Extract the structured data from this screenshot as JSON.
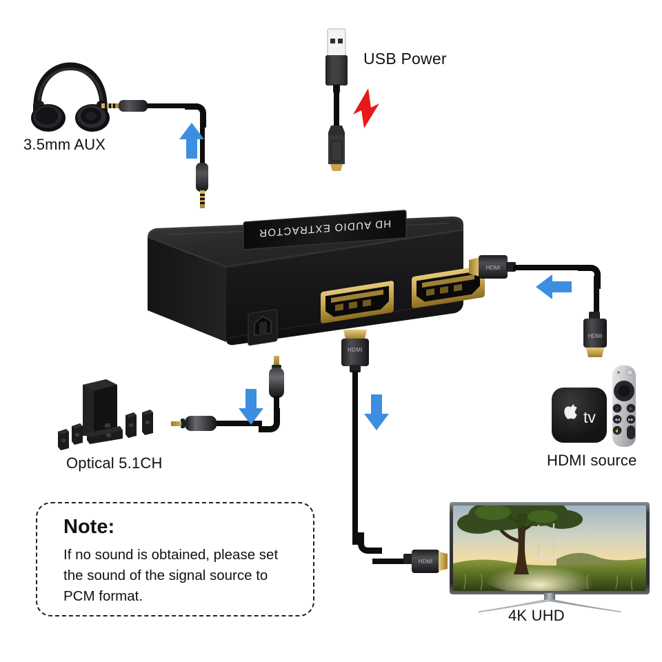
{
  "diagram": {
    "title": "HD Audio Extractor connection diagram",
    "device_label": "HD AUDIO EXTRACTOR",
    "background": "#ffffff"
  },
  "labels": {
    "aux": "3.5mm AUX",
    "usb_power": "USB Power",
    "optical": "Optical 5.1CH",
    "hdmi_source": "HDMI source",
    "tv": "4K UHD"
  },
  "note": {
    "title": "Note:",
    "line1": "If no sound is obtained, please set",
    "line2": "the sound of the signal source to",
    "line3": "PCM format."
  },
  "connectors": {
    "hdmi_text": "HDMI",
    "hdmi_out_text": "HDMI",
    "hdmi_in_text": "HDMI",
    "hdmi_tv_text": "HDMI"
  },
  "icons": {
    "arrow_aux": "arrow-up-icon",
    "arrow_optical": "arrow-down-icon",
    "arrow_hdmi_out": "arrow-down-icon",
    "arrow_hdmi_in": "arrow-left-icon",
    "power_bolt": "lightning-bolt-icon",
    "apple_logo": "apple-logo-icon"
  },
  "apple_tv": {
    "wordmark": "tv"
  },
  "colors": {
    "arrow_blue": "#3c8ee0",
    "bolt_red": "#e8191a",
    "device_black": "#1b1b1d",
    "gold": "#c9a34a",
    "text": "#111111"
  }
}
